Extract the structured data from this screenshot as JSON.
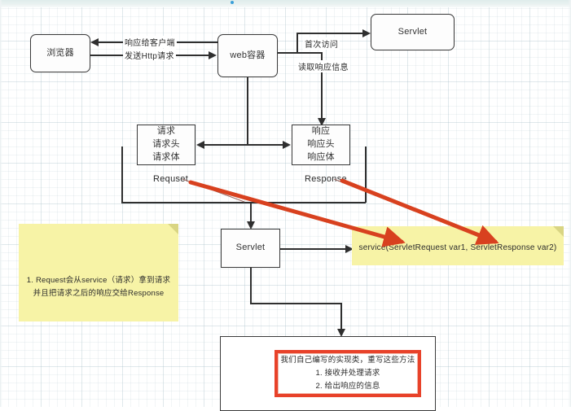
{
  "diagram": {
    "title_band_color": "#dfeceb",
    "nodes": {
      "browser": "浏览器",
      "web_container": "web容器",
      "servlet_top": "Servlet",
      "request_box": "请求\n请求头\n请求体",
      "response_box": "响应\n响应头\n响应体",
      "servlet_mid": "Servlet"
    },
    "captions": {
      "request": "Requset",
      "response": "Response"
    },
    "edge_labels": {
      "resp_to_client": "响应给客户端",
      "send_http": "发送Http请求",
      "first_access": "首次访问",
      "read_response": "读取响应信息"
    },
    "notes": {
      "left_note": "1. Request会从service（请求）拿到请求\n并且把请求之后的响应交给Response",
      "right_note": "service(ServletRequest var1, ServletResponse var2)"
    },
    "red_callout": "我们自己编写的实现类，重写这些方法\n1. 接收并处理请求\n2. 给出响应的信息",
    "colors": {
      "note_yellow": "#f7f3a6",
      "red_accent": "#e8422a",
      "stroke": "#2f2f2f",
      "grid": "#a0b9c3"
    }
  }
}
